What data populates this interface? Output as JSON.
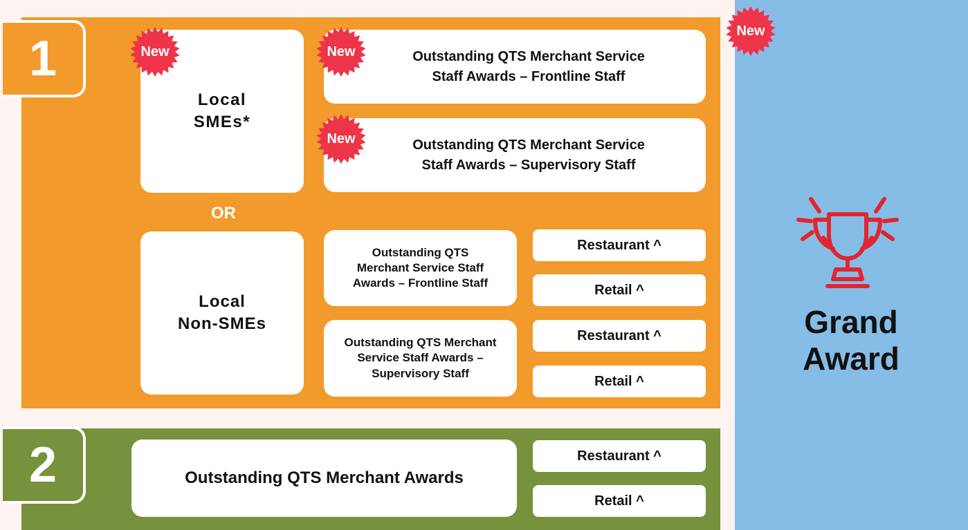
{
  "sections": {
    "one": {
      "number": "1",
      "sme_label_line1": "Local",
      "sme_label_line2": "SMEs*",
      "or_label": "OR",
      "non_sme_label_line1": "Local",
      "non_sme_label_line2": "Non-SMEs",
      "sme_frontline_line1": "Outstanding QTS Merchant Service",
      "sme_frontline_line2": "Staff Awards – Frontline Staff",
      "sme_supervisory_line1": "Outstanding QTS Merchant Service",
      "sme_supervisory_line2": "Staff Awards – Supervisory Staff",
      "nonsme_frontline_line1": "Outstanding QTS",
      "nonsme_frontline_line2": "Merchant Service Staff",
      "nonsme_frontline_line3": "Awards – Frontline Staff",
      "nonsme_supervisory_line1": "Outstanding QTS Merchant",
      "nonsme_supervisory_line2": "Service Staff Awards –",
      "nonsme_supervisory_line3": "Supervisory Staff",
      "restaurant_1": "Restaurant ^",
      "retail_1": "Retail ^",
      "restaurant_2": "Restaurant ^",
      "retail_2": "Retail ^"
    },
    "two": {
      "number": "2",
      "merchant_awards": "Outstanding QTS Merchant Awards",
      "restaurant": "Restaurant ^",
      "retail": "Retail ^"
    },
    "grand": {
      "title_line1": "Grand",
      "title_line2": "Award",
      "icon": "trophy-icon"
    }
  },
  "badges": {
    "new": "New"
  },
  "colors": {
    "orange": "#f29a2b",
    "green": "#77913d",
    "blue": "#86bde6",
    "badge_red": "#ee3448",
    "trophy_red": "#e0262f"
  }
}
